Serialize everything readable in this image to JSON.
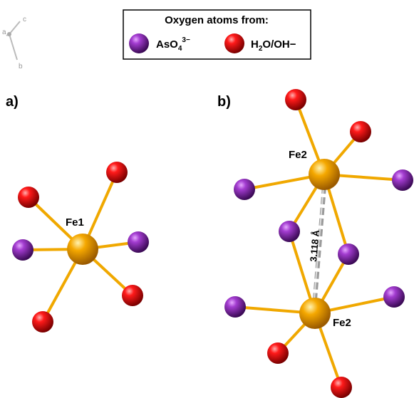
{
  "legend": {
    "title": "Oxygen atoms from:",
    "items": [
      {
        "key": "arsenate",
        "label_base": "AsO",
        "label_sub": "4",
        "label_sup": "3−",
        "color": "#7a1fa2"
      },
      {
        "key": "water",
        "label_h": "H",
        "label_sub": "2",
        "label_rest": "O/OH−",
        "color": "#e00000"
      }
    ]
  },
  "axes": {
    "c": "c",
    "a": "a",
    "b": "b"
  },
  "panels": {
    "a": {
      "label": "a)",
      "center_label": "Fe1",
      "oxygens": [
        "water",
        "water",
        "arsenate",
        "arsenate",
        "water",
        "water"
      ]
    },
    "b": {
      "label": "b)",
      "top_label": "Fe2",
      "bottom_label": "Fe2",
      "distance_label": "3.118 Å"
    }
  },
  "colors": {
    "bond": "#f0a800",
    "iron": "#f2a500",
    "arsenate_oxygen": "#7a1fa2",
    "water_oxygen": "#e00000",
    "contact": "#a0a0a0"
  }
}
